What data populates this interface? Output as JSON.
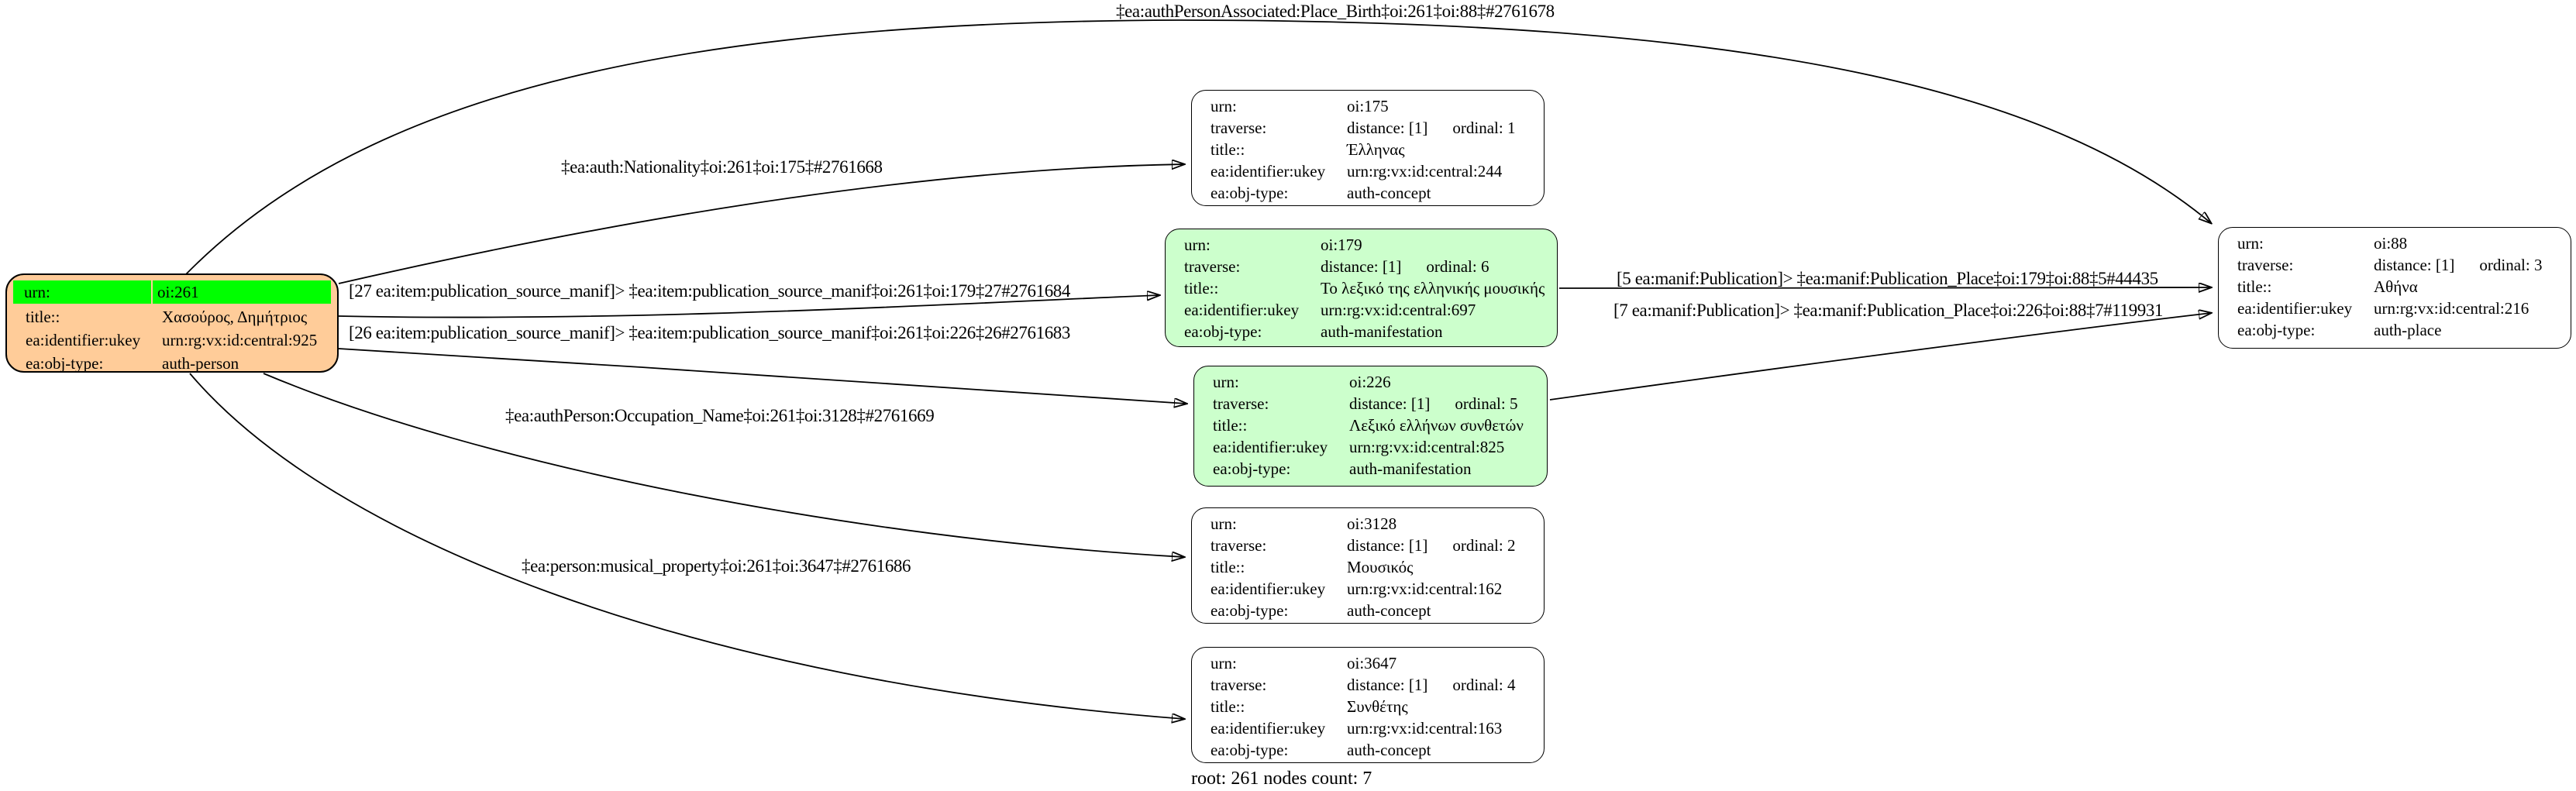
{
  "caption": "root: 261 nodes count: 7",
  "colors": {
    "root_fill": "#ffcc99",
    "root_urn_highlight": "#00ff00",
    "manifestation_fill": "#ccffcc",
    "default_fill": "#ffffff",
    "border": "#000000"
  },
  "nodes": [
    {
      "name": "oi:261",
      "kind": "root",
      "rows": [
        {
          "key": "urn:",
          "value": "oi:261"
        },
        {
          "key": "title::",
          "value": "Χασούρος, Δημήτριος"
        },
        {
          "key": "ea:identifier:ukey",
          "value": "urn:rg:vx:id:central:925"
        },
        {
          "key": "ea:obj-type:",
          "value": "auth-person"
        }
      ]
    },
    {
      "name": "oi:175",
      "kind": "concept",
      "rows": [
        {
          "key": "urn:",
          "value": "oi:175"
        },
        {
          "key": "traverse:",
          "value": "distance: [1]",
          "value2": "ordinal: 1"
        },
        {
          "key": "title::",
          "value": "Έλληνας"
        },
        {
          "key": "ea:identifier:ukey",
          "value": "urn:rg:vx:id:central:244"
        },
        {
          "key": "ea:obj-type:",
          "value": "auth-concept"
        }
      ]
    },
    {
      "name": "oi:179",
      "kind": "manifestation",
      "rows": [
        {
          "key": "urn:",
          "value": "oi:179"
        },
        {
          "key": "traverse:",
          "value": "distance: [1]",
          "value2": "ordinal: 6"
        },
        {
          "key": "title::",
          "value": "Το λεξικό της ελληνικής μουσικής"
        },
        {
          "key": "ea:identifier:ukey",
          "value": "urn:rg:vx:id:central:697"
        },
        {
          "key": "ea:obj-type:",
          "value": "auth-manifestation"
        }
      ]
    },
    {
      "name": "oi:226",
      "kind": "manifestation",
      "rows": [
        {
          "key": "urn:",
          "value": "oi:226"
        },
        {
          "key": "traverse:",
          "value": "distance: [1]",
          "value2": "ordinal: 5"
        },
        {
          "key": "title::",
          "value": "Λεξικό ελλήνων συνθετών"
        },
        {
          "key": "ea:identifier:ukey",
          "value": "urn:rg:vx:id:central:825"
        },
        {
          "key": "ea:obj-type:",
          "value": "auth-manifestation"
        }
      ]
    },
    {
      "name": "oi:3128",
      "kind": "concept",
      "rows": [
        {
          "key": "urn:",
          "value": "oi:3128"
        },
        {
          "key": "traverse:",
          "value": "distance: [1]",
          "value2": "ordinal: 2"
        },
        {
          "key": "title::",
          "value": "Μουσικός"
        },
        {
          "key": "ea:identifier:ukey",
          "value": "urn:rg:vx:id:central:162"
        },
        {
          "key": "ea:obj-type:",
          "value": "auth-concept"
        }
      ]
    },
    {
      "name": "oi:3647",
      "kind": "concept",
      "rows": [
        {
          "key": "urn:",
          "value": "oi:3647"
        },
        {
          "key": "traverse:",
          "value": "distance: [1]",
          "value2": "ordinal: 4"
        },
        {
          "key": "title::",
          "value": "Συνθέτης"
        },
        {
          "key": "ea:identifier:ukey",
          "value": "urn:rg:vx:id:central:163"
        },
        {
          "key": "ea:obj-type:",
          "value": "auth-concept"
        }
      ]
    },
    {
      "name": "oi:88",
      "kind": "place",
      "rows": [
        {
          "key": "urn:",
          "value": "oi:88"
        },
        {
          "key": "traverse:",
          "value": "distance: [1]",
          "value2": "ordinal: 3"
        },
        {
          "key": "title::",
          "value": "Αθήνα"
        },
        {
          "key": "ea:identifier:ukey",
          "value": "urn:rg:vx:id:central:216"
        },
        {
          "key": "ea:obj-type:",
          "value": "auth-place"
        }
      ]
    }
  ],
  "edges": [
    {
      "from": "oi:261",
      "to": "oi:88",
      "label": "‡ea:authPersonAssociated:Place_Birth‡oi:261‡oi:88‡#2761678"
    },
    {
      "from": "oi:261",
      "to": "oi:175",
      "label": "‡ea:auth:Nationality‡oi:261‡oi:175‡#2761668"
    },
    {
      "from": "oi:261",
      "to": "oi:179",
      "label": "[27 ea:item:publication_source_manif]> ‡ea:item:publication_source_manif‡oi:261‡oi:179‡27#2761684"
    },
    {
      "from": "oi:261",
      "to": "oi:226",
      "label": "[26 ea:item:publication_source_manif]> ‡ea:item:publication_source_manif‡oi:261‡oi:226‡26#2761683"
    },
    {
      "from": "oi:261",
      "to": "oi:3128",
      "label": "‡ea:authPerson:Occupation_Name‡oi:261‡oi:3128‡#2761669"
    },
    {
      "from": "oi:261",
      "to": "oi:3647",
      "label": "‡ea:person:musical_property‡oi:261‡oi:3647‡#2761686"
    },
    {
      "from": "oi:179",
      "to": "oi:88",
      "label": "[5 ea:manif:Publication]> ‡ea:manif:Publication_Place‡oi:179‡oi:88‡5#44435"
    },
    {
      "from": "oi:226",
      "to": "oi:88",
      "label": "[7 ea:manif:Publication]> ‡ea:manif:Publication_Place‡oi:226‡oi:88‡7#119931"
    }
  ]
}
